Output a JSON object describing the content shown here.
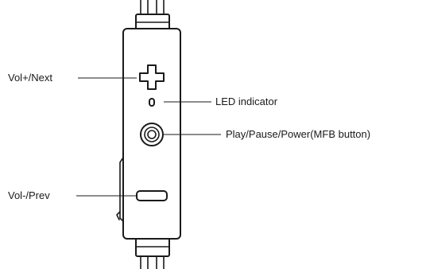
{
  "labels": {
    "vol_up_next": "Vol+/Next",
    "led_indicator": "LED indicator",
    "play_pause_power": "Play/Pause/Power(MFB button)",
    "vol_down_prev": "Vol-/Prev"
  },
  "icons": {
    "plus": "plus-icon",
    "led": "led-indicator-icon",
    "mfb": "mfb-button-icon",
    "minus": "minus-button-icon"
  },
  "colors": {
    "ink": "#1a1a1a",
    "background": "#ffffff"
  }
}
